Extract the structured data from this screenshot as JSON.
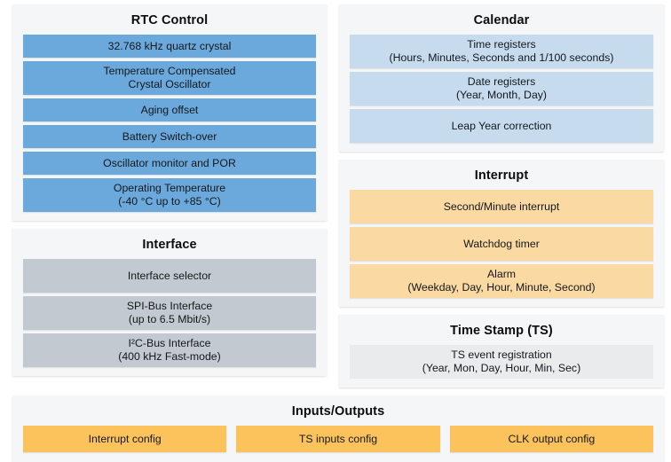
{
  "colors": {
    "page_background": "#ffffff",
    "panel_background": "#f4f6f8",
    "blue": "#6ba9dc",
    "light_blue": "#c6dcee",
    "gray": "#c3c9d0",
    "light_orange": "#fbd9a2",
    "deep_orange": "#fcc25c",
    "near_white": "#e9ebed",
    "text": "#141414"
  },
  "panels": {
    "rtc_control": {
      "title": "RTC Control",
      "items": [
        {
          "line1": "32.768 kHz quartz crystal",
          "line2": ""
        },
        {
          "line1": "Temperature Compensated",
          "line2": "Crystal Oscillator"
        },
        {
          "line1": "Aging offset",
          "line2": ""
        },
        {
          "line1": "Battery Switch-over",
          "line2": ""
        },
        {
          "line1": "Oscillator monitor and POR",
          "line2": ""
        },
        {
          "line1": "Operating Temperature",
          "line2": "(-40 °C up to +85 °C)"
        }
      ]
    },
    "interface": {
      "title": "Interface",
      "items": [
        {
          "line1": "Interface selector",
          "line2": ""
        },
        {
          "line1": "SPI-Bus Interface",
          "line2": "(up to 6.5 Mbit/s)"
        },
        {
          "line1": "I²C-Bus Interface",
          "line2": "(400 kHz Fast-mode)"
        }
      ]
    },
    "calendar": {
      "title": "Calendar",
      "items": [
        {
          "line1": "Time registers",
          "line2": "(Hours, Minutes, Seconds and 1/100 seconds)"
        },
        {
          "line1": "Date registers",
          "line2": "(Year, Month, Day)"
        },
        {
          "line1": "Leap Year correction",
          "line2": ""
        }
      ]
    },
    "interrupt": {
      "title": "Interrupt",
      "items": [
        {
          "line1": "Second/Minute interrupt",
          "line2": ""
        },
        {
          "line1": "Watchdog timer",
          "line2": ""
        },
        {
          "line1": "Alarm",
          "line2": "(Weekday, Day, Hour, Minute, Second)"
        }
      ]
    },
    "time_stamp": {
      "title": "Time Stamp (TS)",
      "items": [
        {
          "line1": "TS event registration",
          "line2": "(Year, Mon, Day, Hour, Min, Sec)"
        }
      ]
    },
    "inputs_outputs": {
      "title": "Inputs/Outputs",
      "items": [
        {
          "line1": "Interrupt config",
          "line2": ""
        },
        {
          "line1": "TS inputs config",
          "line2": ""
        },
        {
          "line1": "CLK output config",
          "line2": ""
        }
      ]
    }
  }
}
